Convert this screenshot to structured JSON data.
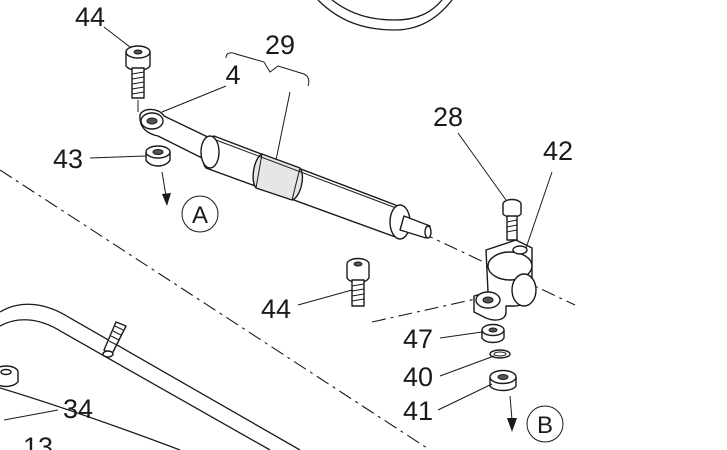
{
  "callouts": {
    "c44_top": "44",
    "c4": "4",
    "c29": "29",
    "c43": "43",
    "c28": "28",
    "c42": "42",
    "c44_mid": "44",
    "c47": "47",
    "c40": "40",
    "c41": "41",
    "c34": "34",
    "c13": "13"
  },
  "reference_markers": {
    "a": "A",
    "b": "B"
  },
  "colors": {
    "line": "#1a1a1a",
    "background": "#ffffff",
    "part_shade": "#e6e6e6"
  }
}
